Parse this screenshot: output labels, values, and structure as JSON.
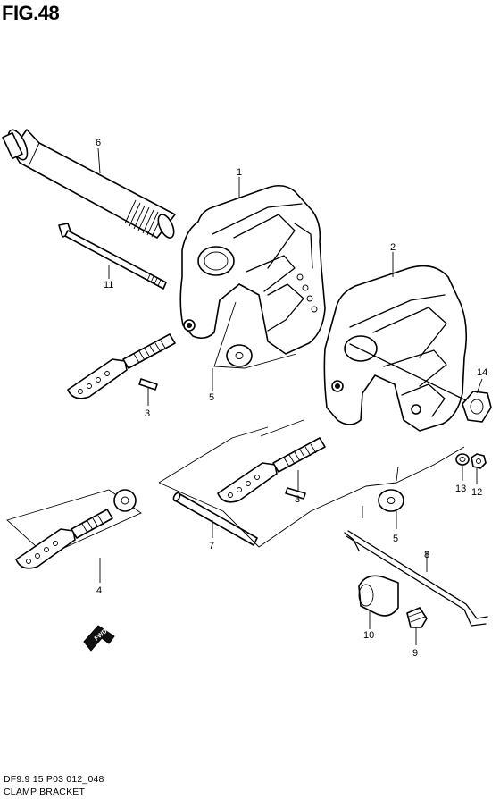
{
  "figure": {
    "title": "FIG.48"
  },
  "callouts": {
    "p1": "1",
    "p2": "2",
    "p3a": "3",
    "p3b": "3",
    "p4": "4",
    "p5a": "5",
    "p5b": "5",
    "p6": "6",
    "p7": "7",
    "p8": "8",
    "p9": "9",
    "p10": "10",
    "p11": "11",
    "p12": "12",
    "p13": "13",
    "p14": "14"
  },
  "direction": {
    "label": "FWD"
  },
  "footer": {
    "code": "DF9.9 15 P03 012_048",
    "name": "CLAMP BRACKET"
  }
}
